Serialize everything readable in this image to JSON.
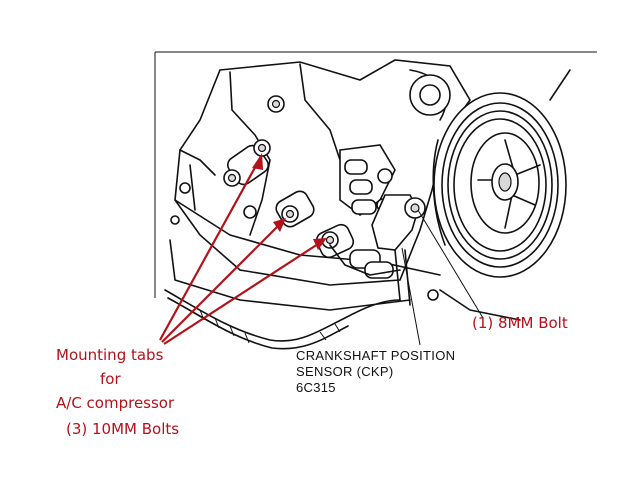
{
  "labels": {
    "ckp_line1": "CRANKSHAFT POSITION",
    "ckp_line2": "SENSOR (CKP)",
    "ckp_part": "6C315",
    "bolt_8mm": "(1) 8MM Bolt",
    "tabs_line1": "Mounting tabs",
    "tabs_line2": "for",
    "tabs_line3": "A/C compressor",
    "tabs_line4": "(3) 10MM Bolts"
  },
  "colors": {
    "annotation_red": "#b3121a",
    "linework": "#111111",
    "background": "#ffffff"
  }
}
